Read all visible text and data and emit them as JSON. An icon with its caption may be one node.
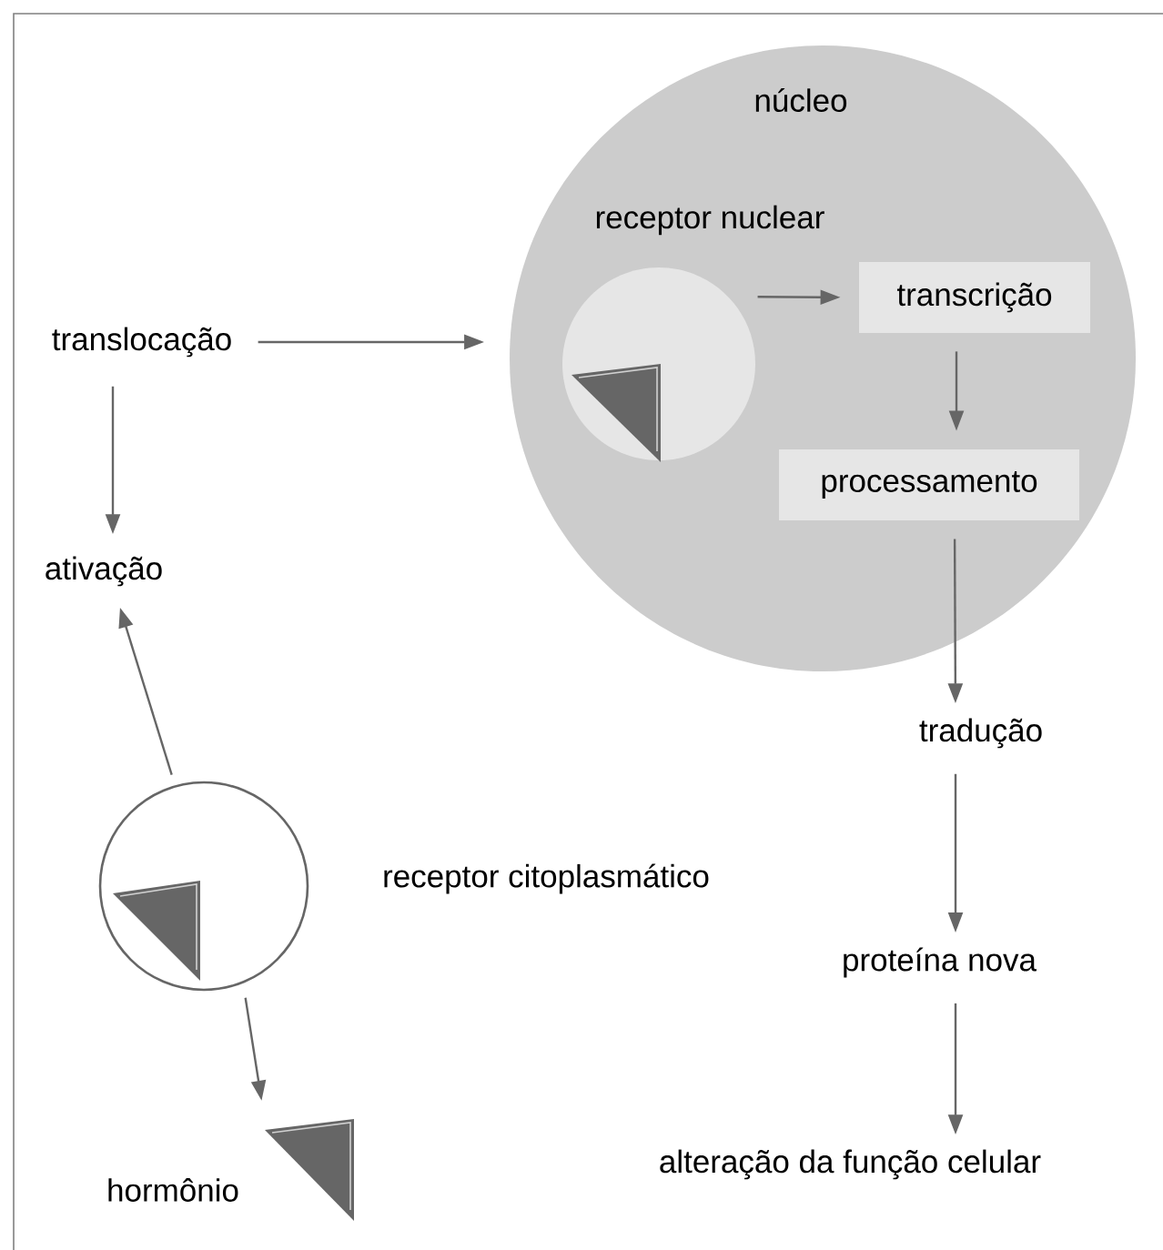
{
  "diagram": {
    "nodes": [
      {
        "text": [
          "núcleo"
        ]
      },
      {
        "text": [
          "receptor nuclear"
        ],
        "in": 0
      },
      {
        "text": [
          "transcrição"
        ],
        "in": 0
      },
      {
        "text": [
          "processamento"
        ],
        "in": 0
      },
      {
        "text": [
          "translocação"
        ]
      },
      {
        "text": [
          "ativação"
        ]
      },
      {
        "text": [
          "receptor citoplasmático"
        ]
      },
      {
        "text": [],
        "shape": "picture",
        "beside": [
          "hormônio"
        ]
      },
      {
        "text": [
          "tradução"
        ]
      },
      {
        "text": [
          "proteína nova"
        ]
      },
      {
        "text": [
          "alteração da função celular"
        ]
      }
    ],
    "edges": [
      {
        "from": 4,
        "to": 0,
        "arrow": "to"
      },
      {
        "from": 1,
        "to": 2,
        "arrow": "to"
      },
      {
        "from": 2,
        "to": 3,
        "arrow": "to"
      },
      {
        "from": 4,
        "to": 5,
        "arrow": "to"
      },
      {
        "from": 3,
        "to": 8,
        "arrow": "to"
      },
      {
        "from": 6,
        "to": 5,
        "arrow": "to"
      },
      {
        "from": 6,
        "to": 7,
        "arrow": "to"
      },
      {
        "from": 8,
        "to": 9,
        "arrow": "to"
      },
      {
        "from": 9,
        "to": 10,
        "arrow": "to"
      }
    ]
  }
}
